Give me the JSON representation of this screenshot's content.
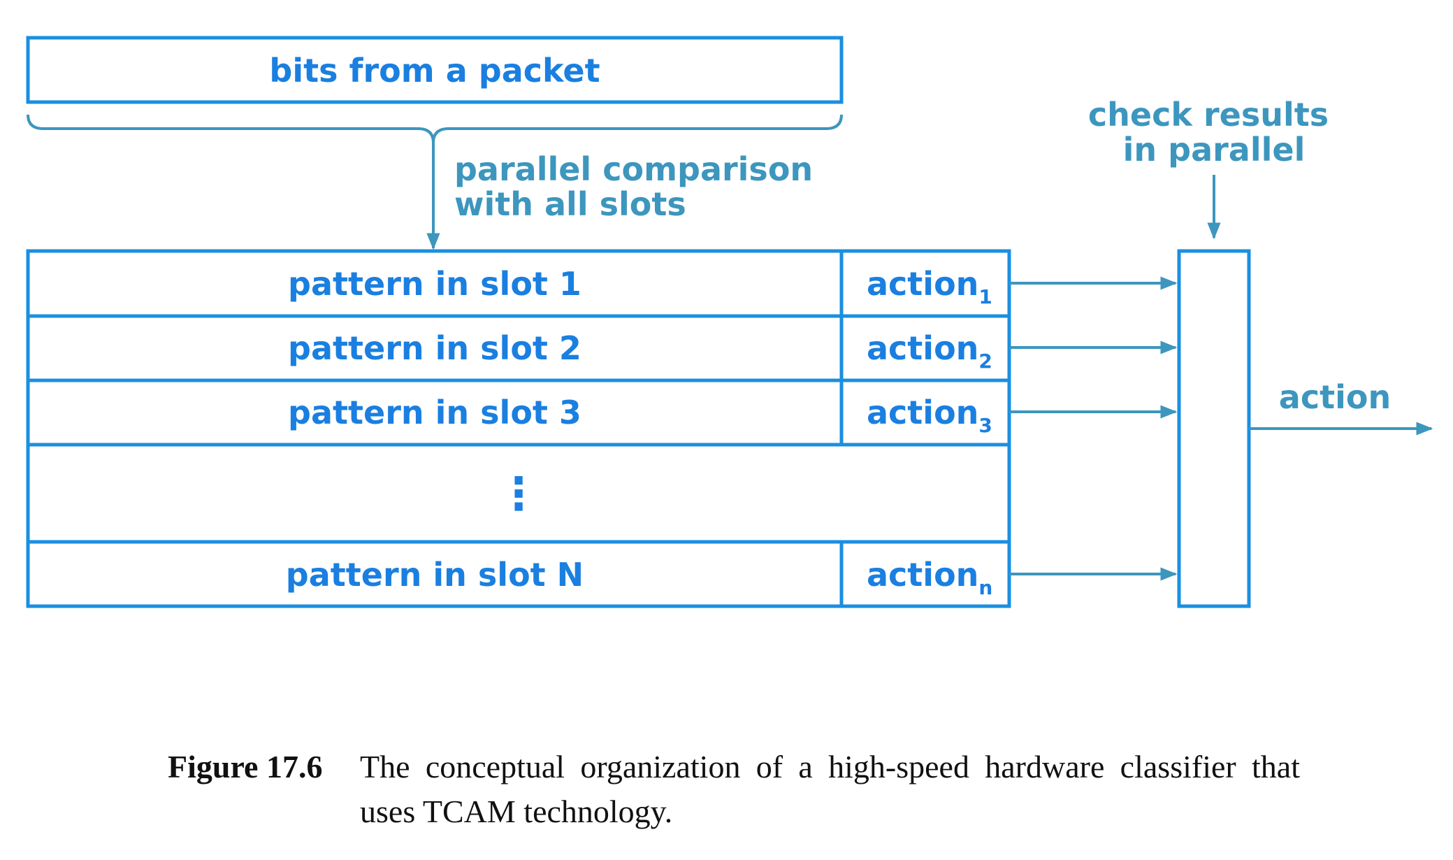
{
  "colors": {
    "box_stroke": "#1a8fe0",
    "box_text": "#1a7fe0",
    "annotation": "#3d96be"
  },
  "packet_box": {
    "label": "bits from a packet"
  },
  "annotations": {
    "comparison_line1": "parallel comparison",
    "comparison_line2": "with all slots",
    "check_line1": "check results",
    "check_line2": "in parallel",
    "output": "action"
  },
  "slots": [
    {
      "pattern": "pattern in slot 1",
      "action": "action",
      "subscript": "1"
    },
    {
      "pattern": "pattern in slot 2",
      "action": "action",
      "subscript": "2"
    },
    {
      "pattern": "pattern in slot 3",
      "action": "action",
      "subscript": "3"
    },
    {
      "pattern": "pattern in slot N",
      "action": "action",
      "subscript": "n"
    }
  ],
  "ellipsis": "⋮",
  "caption": {
    "number": "Figure 17.6",
    "text": "The conceptual organization of a high-speed hardware classifier that uses TCAM technology."
  }
}
